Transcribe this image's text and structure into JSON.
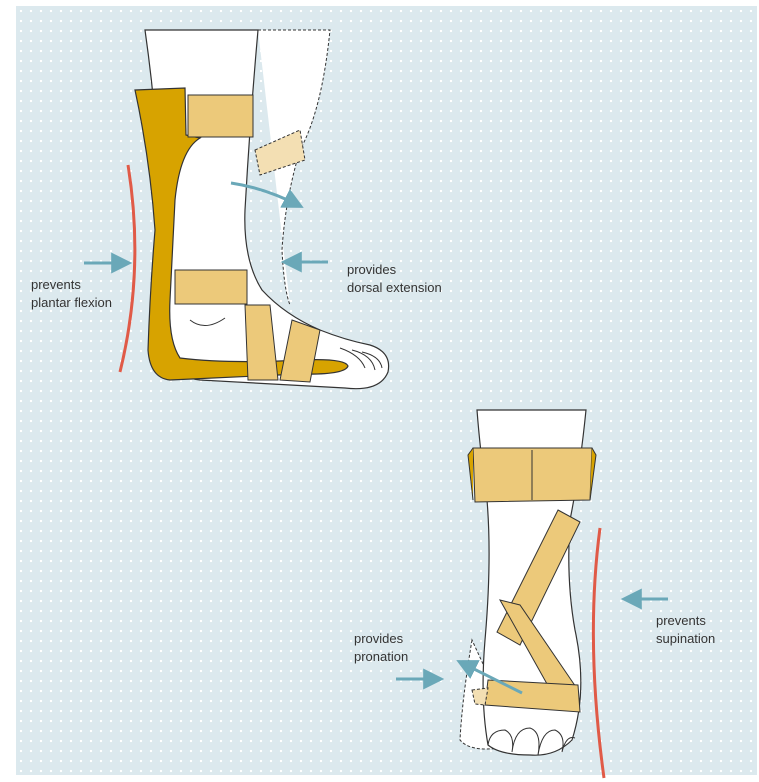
{
  "colors": {
    "background": "#dce9ee",
    "brace": "#d7a300",
    "strap": "#ecc97a",
    "strap_light": "#f3dfb3",
    "arrow": "#6aa8b8",
    "red_line": "#e05a47",
    "outline": "#333333"
  },
  "labels": {
    "prevents_plantar": {
      "line1": "prevents",
      "line2": "plantar flexion"
    },
    "provides_dorsal": {
      "line1": "provides",
      "line2": "dorsal extension"
    },
    "provides_pronation": {
      "line1": "provides",
      "line2": "pronation"
    },
    "prevents_supination": {
      "line1": "prevents",
      "line2": "supination"
    }
  }
}
